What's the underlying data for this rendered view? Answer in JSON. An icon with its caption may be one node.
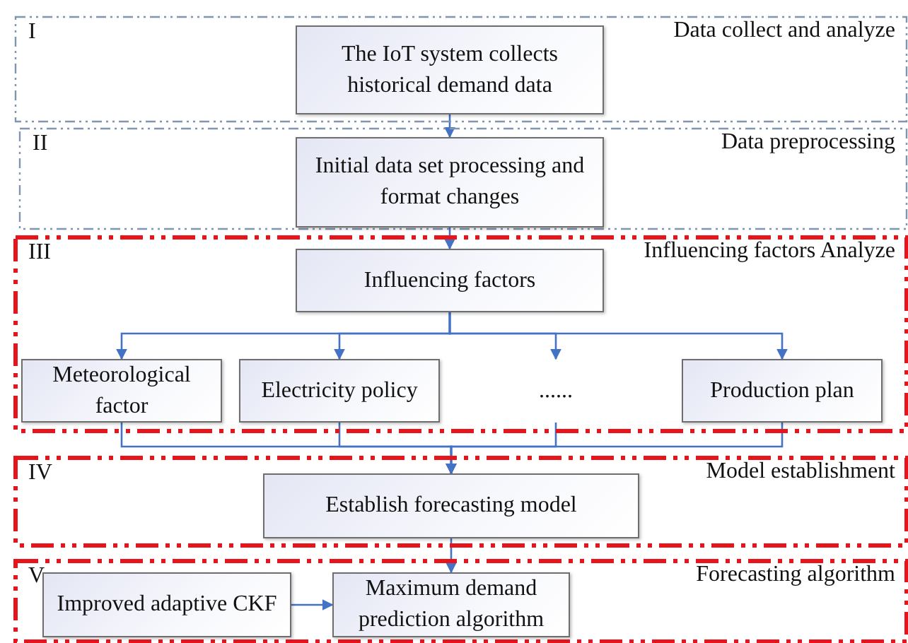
{
  "diagram": {
    "nodes": [
      {
        "text": [
          "I",
          "Data collect and analyze"
        ]
      },
      {
        "text": [
          "The IoT system collects historical demand data"
        ],
        "in": 0
      },
      {
        "text": [
          "II",
          "Data preprocessing"
        ]
      },
      {
        "text": [
          "Initial data set processing and format changes"
        ],
        "in": 2
      },
      {
        "text": [
          "III",
          "Influencing factors Analyze"
        ]
      },
      {
        "text": [
          "Influencing factors"
        ],
        "in": 4
      },
      {
        "text": [
          "Meteorological factor"
        ],
        "in": 4
      },
      {
        "text": [
          "Electricity policy"
        ],
        "in": 4
      },
      {
        "text": [
          "......"
        ],
        "in": 4
      },
      {
        "text": [
          "Production plan"
        ],
        "in": 4
      },
      {
        "text": [
          "IV",
          "Model establishment"
        ]
      },
      {
        "text": [
          "Establish forecasting model"
        ],
        "in": 10
      },
      {
        "text": [
          "V",
          "Forecasting algorithm"
        ]
      },
      {
        "text": [
          "Improved adaptive CKF"
        ],
        "in": 12
      },
      {
        "text": [
          "Maximum demand prediction algorithm"
        ],
        "in": 12
      }
    ],
    "edges": [
      {
        "from": 1,
        "to": 3,
        "arrow": "to"
      },
      {
        "from": 3,
        "to": 5,
        "arrow": "to"
      },
      {
        "from": 5,
        "to": 6,
        "arrow": "to"
      },
      {
        "from": 5,
        "to": 7,
        "arrow": "to"
      },
      {
        "from": 5,
        "to": 8,
        "arrow": "to"
      },
      {
        "from": 5,
        "to": 9,
        "arrow": "to"
      },
      {
        "from": 6,
        "to": 11,
        "arrow": "to"
      },
      {
        "from": 7,
        "to": 11,
        "arrow": "to"
      },
      {
        "from": 8,
        "to": 11,
        "arrow": "to"
      },
      {
        "from": 9,
        "to": 11,
        "arrow": "to"
      },
      {
        "from": 11,
        "to": 14,
        "arrow": "to"
      },
      {
        "from": 13,
        "to": 14,
        "arrow": "to"
      }
    ]
  }
}
